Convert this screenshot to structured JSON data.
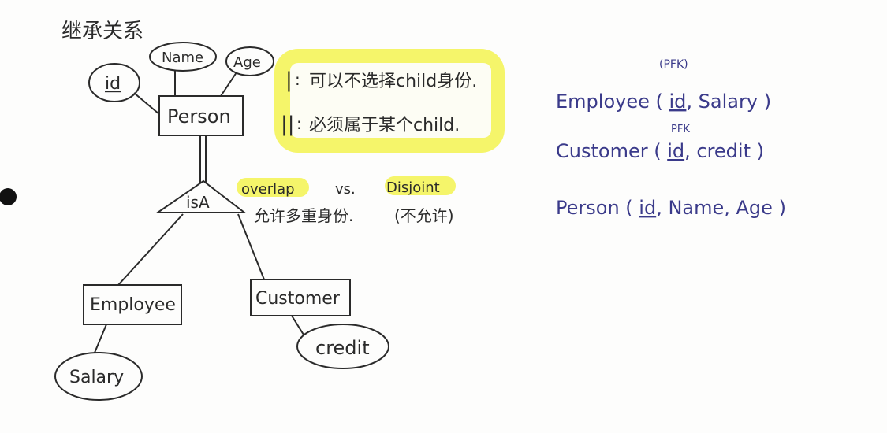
{
  "title": "继承关系",
  "person": {
    "name": "Person",
    "attrs": [
      "id",
      "Name",
      "Age"
    ]
  },
  "isa": "isA",
  "note": {
    "line1": "可以不选择child身份.",
    "line2": "必须属于某个child.",
    "mark1": "|",
    "mark2": "||",
    "colon": ":"
  },
  "overlap": {
    "label": "overlap",
    "vs": "vs.",
    "disjoint": "Disjoint",
    "overlap_desc": "允许多重身份.",
    "disjoint_desc": "(不允许)"
  },
  "employee": {
    "name": "Employee",
    "attr": "Salary"
  },
  "customer": {
    "name": "Customer",
    "attr": "credit"
  },
  "relations": [
    {
      "name": "Employee",
      "key": "id",
      "rest": ", Salary",
      "note": "(PFK)"
    },
    {
      "name": "Customer",
      "key": "id",
      "rest": ", credit",
      "note": "PFK"
    },
    {
      "name": "Person",
      "key": "id",
      "rest": ", Name, Age",
      "note": ""
    }
  ],
  "colors": {
    "highlight": "#f5f56a",
    "ink": "#2a2a2a",
    "blue": "#3a3a8a"
  }
}
